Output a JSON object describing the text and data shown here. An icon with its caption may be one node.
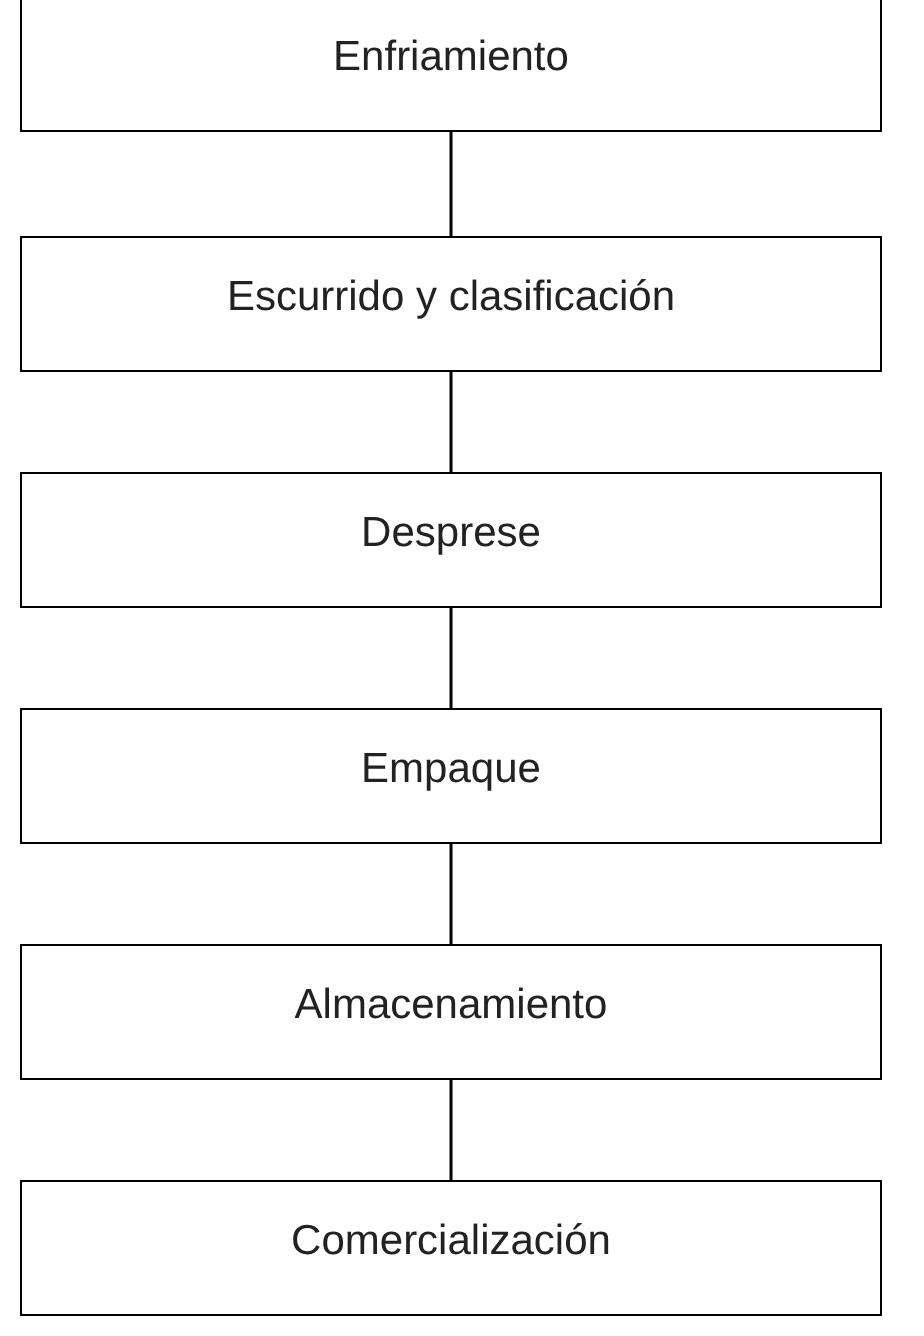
{
  "diagram": {
    "nodes": [
      {
        "text": [
          "Enfriamiento"
        ]
      },
      {
        "text": [
          "Escurrido y clasificación"
        ]
      },
      {
        "text": [
          "Desprese"
        ]
      },
      {
        "text": [
          "Empaque"
        ]
      },
      {
        "text": [
          "Almacenamiento"
        ]
      },
      {
        "text": [
          "Comercialización"
        ]
      }
    ],
    "edges": [
      {
        "from": 0,
        "to": 1,
        "arrow": "none"
      },
      {
        "from": 1,
        "to": 2,
        "arrow": "none"
      },
      {
        "from": 2,
        "to": 3,
        "arrow": "none"
      },
      {
        "from": 3,
        "to": 4,
        "arrow": "none"
      },
      {
        "from": 4,
        "to": 5,
        "arrow": "none"
      }
    ]
  }
}
